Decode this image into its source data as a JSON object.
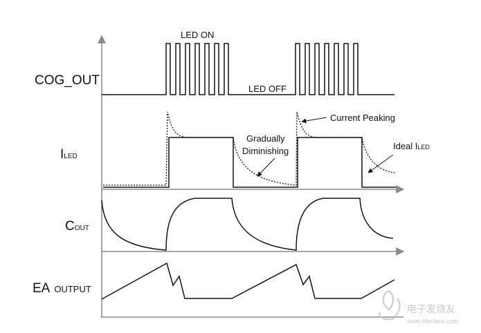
{
  "rows": {
    "cog_out": "COG_OUT",
    "iled": {
      "main": "I",
      "sub": "LED"
    },
    "cout": {
      "main": "C",
      "sub": "OUT"
    },
    "ea": {
      "main": "EA",
      "sub": "OUTPUT"
    }
  },
  "annotations": {
    "led_on": "LED ON",
    "led_off": "LED OFF",
    "current_peaking": "Current Peaking",
    "gradually": "Gradually",
    "diminishing": "Diminishing",
    "ideal": {
      "main": "Ideal I",
      "sub": "LED"
    }
  },
  "watermark": {
    "name": "电子发烧友",
    "url": "www.elecfans.com"
  },
  "colors": {
    "axis": "#8a8a8a",
    "waveform": "#111111",
    "watermark": "#c8c8c8"
  }
}
